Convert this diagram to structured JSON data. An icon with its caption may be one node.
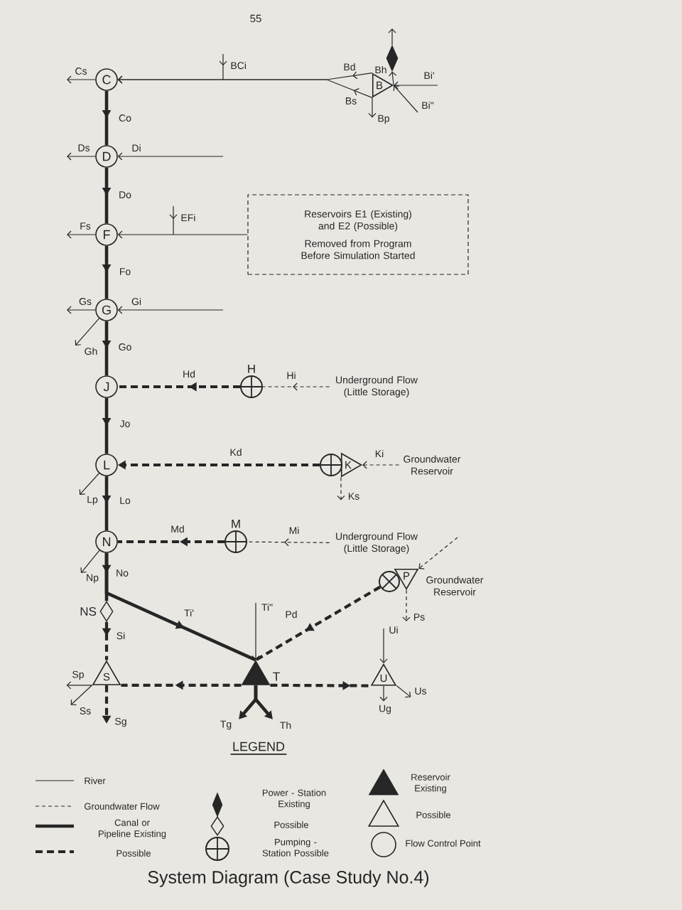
{
  "diagram": {
    "caption": "System Diagram (Case Study No.4)",
    "nodes": [
      {
        "text": [
          "C"
        ]
      },
      {
        "text": [
          "B"
        ]
      },
      {
        "text": [],
        "shape": "diamond"
      },
      {
        "text": [
          "D"
        ]
      },
      {
        "text": [
          "Reservoirs E1 (Existing) and E2 (Possible)",
          "Removed from Program Before Simulation Started"
        ]
      },
      {
        "text": [
          "F"
        ]
      },
      {
        "text": [
          "G"
        ]
      },
      {
        "text": [
          "J"
        ]
      },
      {
        "text": [
          "H"
        ]
      },
      {
        "text": [
          "Underground Flow (Little Storage)"
        ]
      },
      {
        "text": [
          "L"
        ]
      },
      {
        "text": [],
        "shape": "circle"
      },
      {
        "text": [
          "K"
        ]
      },
      {
        "text": [
          "Groundwater Reservoir"
        ]
      },
      {
        "text": [
          "N"
        ]
      },
      {
        "text": [
          "M"
        ]
      },
      {
        "text": [
          "Underground Flow (Little Storage)"
        ]
      },
      {
        "text": [
          "NS"
        ]
      },
      {
        "text": [],
        "shape": "circle"
      },
      {
        "text": [
          "P"
        ],
        "beside": [
          "Groundwater Reservoir"
        ]
      },
      {
        "text": [
          "S"
        ]
      },
      {
        "text": [
          "T"
        ]
      },
      {
        "text": [
          "U"
        ]
      }
    ],
    "edges": [
      {
        "from": 1,
        "to": 0,
        "arrow": "to",
        "label": "Bd"
      },
      {
        "from": 1,
        "to": 0,
        "arrow": "to",
        "label": "Bs"
      },
      {
        "from": 0,
        "to": null,
        "arrow": "to",
        "label": "Cs"
      },
      {
        "from": 1,
        "to": 2,
        "arrow": "to",
        "label": "Bh"
      },
      {
        "from": 2,
        "to": null,
        "arrow": "to"
      },
      {
        "from": null,
        "to": 1,
        "arrow": "to",
        "label": "Bi'"
      },
      {
        "from": null,
        "to": 1,
        "arrow": "to",
        "label": "Bi\""
      },
      {
        "from": 1,
        "to": null,
        "arrow": "to",
        "label": "Bp"
      },
      {
        "from": 0,
        "to": 3,
        "arrow": "to",
        "label": "Co",
        "style": "thick"
      },
      {
        "from": 3,
        "to": null,
        "arrow": "to",
        "label": "Ds"
      },
      {
        "from": null,
        "to": 3,
        "arrow": "to",
        "label": "Di"
      },
      {
        "from": 3,
        "to": 5,
        "arrow": "to",
        "label": "Do",
        "style": "thick"
      },
      {
        "from": 4,
        "to": 5,
        "arrow": "to"
      },
      {
        "from": 5,
        "to": null,
        "arrow": "to",
        "label": "Fs"
      },
      {
        "from": 5,
        "to": 6,
        "arrow": "to",
        "label": "Fo",
        "style": "thick"
      },
      {
        "from": 6,
        "to": null,
        "arrow": "to",
        "label": "Gs"
      },
      {
        "from": null,
        "to": 6,
        "arrow": "to",
        "label": "Gi"
      },
      {
        "from": 6,
        "to": null,
        "arrow": "to",
        "label": "Gh"
      },
      {
        "from": 6,
        "to": 7,
        "arrow": "to",
        "label": "Go",
        "style": "thick"
      },
      {
        "from": 8,
        "to": 7,
        "arrow": "to",
        "label": "Hd",
        "style": "dashed"
      },
      {
        "from": 9,
        "to": 8,
        "arrow": "to",
        "label": "Hi",
        "style": "dashed"
      },
      {
        "from": 7,
        "to": 10,
        "arrow": "to",
        "label": "Jo",
        "style": "thick"
      },
      {
        "from": 11,
        "to": 10,
        "arrow": "to",
        "label": "Kd",
        "style": "dashed"
      },
      {
        "from": 13,
        "to": 12,
        "arrow": "to",
        "label": "Ki",
        "style": "dashed"
      },
      {
        "from": 12,
        "to": null,
        "arrow": "to",
        "label": "Ks",
        "style": "dashed"
      },
      {
        "from": 10,
        "to": null,
        "arrow": "to",
        "label": "Lp"
      },
      {
        "from": 10,
        "to": 14,
        "arrow": "to",
        "label": "Lo",
        "style": "thick"
      },
      {
        "from": 15,
        "to": 14,
        "arrow": "to",
        "label": "Md",
        "style": "dashed"
      },
      {
        "from": 16,
        "to": 15,
        "arrow": "to",
        "label": "Mi",
        "style": "dashed"
      },
      {
        "from": 14,
        "to": null,
        "arrow": "to",
        "label": "Np"
      },
      {
        "from": 14,
        "to": 17,
        "arrow": "to",
        "label": "No",
        "style": "thick"
      },
      {
        "from": 14,
        "to": 21,
        "arrow": "to",
        "label": "Ti'",
        "style": "thick"
      },
      {
        "from": null,
        "to": 19,
        "arrow": "to",
        "style": "dashed"
      },
      {
        "from": 18,
        "to": 21,
        "arrow": "to",
        "label": "Pd",
        "style": "dashed"
      },
      {
        "from": 19,
        "to": null,
        "arrow": "to",
        "label": "Ps",
        "style": "dashed"
      },
      {
        "from": null,
        "to": 21,
        "arrow": "to",
        "label": "Ti\""
      },
      {
        "from": 17,
        "to": 20,
        "arrow": "to",
        "label": "Si",
        "style": "dashed"
      },
      {
        "from": 21,
        "to": 20,
        "arrow": "to",
        "style": "dashed"
      },
      {
        "from": 21,
        "to": 22,
        "arrow": "to",
        "style": "dashed"
      },
      {
        "from": 20,
        "to": null,
        "arrow": "to",
        "label": "Sp"
      },
      {
        "from": 20,
        "to": null,
        "arrow": "to",
        "label": "Ss"
      },
      {
        "from": 20,
        "to": null,
        "arrow": "to",
        "label": "Sg",
        "style": "dashed"
      },
      {
        "from": 21,
        "to": null,
        "arrow": "to",
        "label": "Tg",
        "style": "thick"
      },
      {
        "from": 21,
        "to": null,
        "arrow": "to",
        "label": "Th",
        "style": "thick"
      },
      {
        "from": null,
        "to": 22,
        "arrow": "to",
        "label": "Ui"
      },
      {
        "from": 22,
        "to": null,
        "arrow": "to",
        "label": "Ug"
      },
      {
        "from": 22,
        "to": null,
        "arrow": "to",
        "label": "Us"
      }
    ],
    "labels": [
      "55",
      "BCi",
      "EFi",
      "LEGEND"
    ],
    "legend": [
      {
        "text": "River"
      },
      {
        "text": "Groundwater Flow"
      },
      {
        "text": "Canal or Pipeline Existing"
      },
      {
        "text": "Possible"
      },
      {
        "text": "Power - Station Existing"
      },
      {
        "text": "Possible"
      },
      {
        "text": "Pumping - Station Possible"
      },
      {
        "text": "Reservoir Existing"
      },
      {
        "text": "Possible"
      },
      {
        "text": "Flow Control Point"
      }
    ]
  }
}
